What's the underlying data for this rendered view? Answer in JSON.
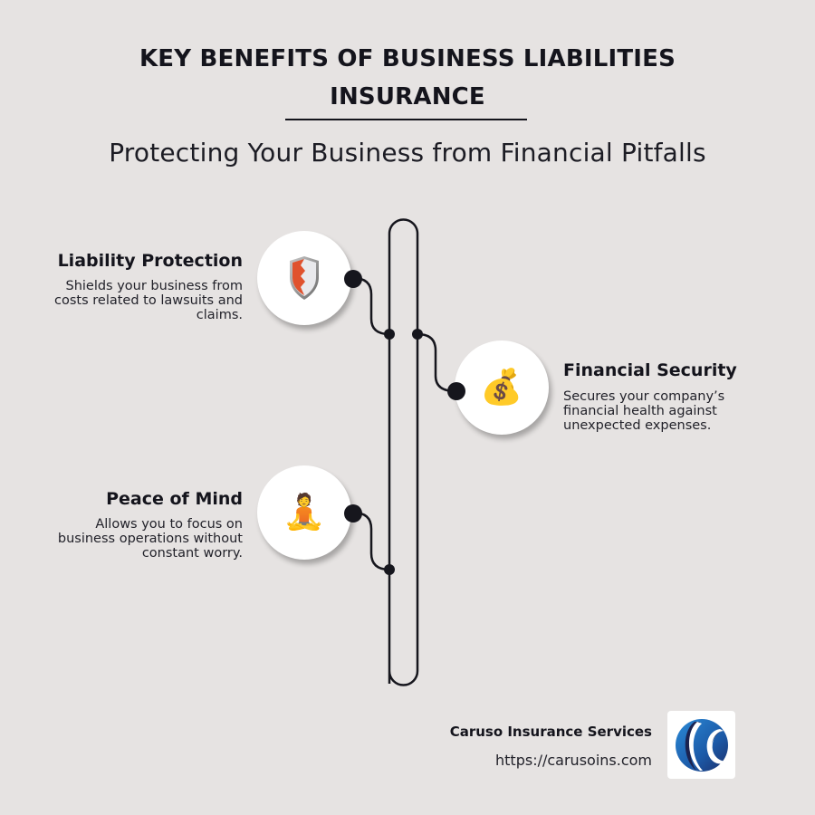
{
  "header": {
    "title_line1": "KEY BENEFITS OF BUSINESS LIABILITIES",
    "title_line2": "INSURANCE",
    "subtitle": "Protecting Your Business from Financial Pitfalls"
  },
  "benefits": [
    {
      "title": "Liability Protection",
      "description": "Shields your business from costs related to lawsuits and claims.",
      "icon": "shield-icon",
      "glyph": "🛡️",
      "side": "left"
    },
    {
      "title": "Financial Security",
      "description": "Secures your company’s financial health against unexpected expenses.",
      "icon": "money-bag-icon",
      "glyph": "💰",
      "side": "right"
    },
    {
      "title": "Peace of Mind",
      "description": "Allows you to focus on business operations without constant worry.",
      "icon": "person-meditating-icon",
      "glyph": "🧘",
      "side": "left"
    }
  ],
  "footer": {
    "company": "Caruso Insurance Services",
    "url": "https://carusoins.com",
    "logo_icon": "caruso-logo-icon"
  },
  "colors": {
    "background": "#e6e3e2",
    "text": "#14141c",
    "line": "#16161d",
    "circle": "#ffffff",
    "logo_blue": "#1f6fbf",
    "logo_dark": "#1b2f6b"
  }
}
